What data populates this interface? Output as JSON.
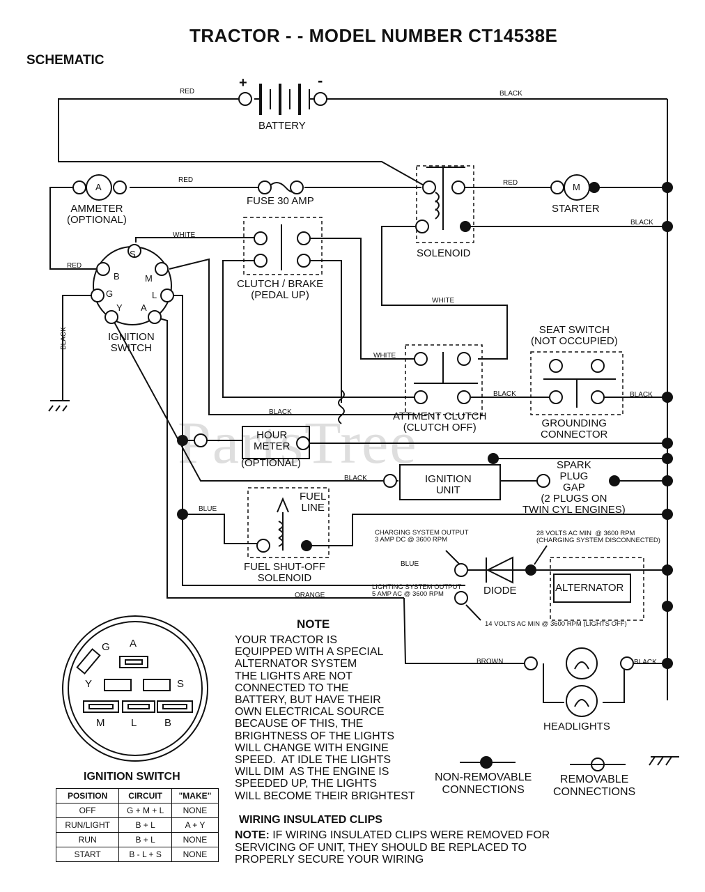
{
  "title": "TRACTOR - - MODEL NUMBER CT14538E",
  "subtitle": "SCHEMATIC",
  "watermark": "PartsTree",
  "battery": {
    "label": "BATTERY",
    "plus": "+",
    "minus": "-"
  },
  "components": {
    "ammeter": "AMMETER\n(OPTIONAL)",
    "ammeter_symbol": "A",
    "fuse": "FUSE 30 AMP",
    "solenoid": "SOLENOID",
    "starter": "STARTER",
    "starter_symbol": "M",
    "clutch_brake": "CLUTCH / BRAKE\n(PEDAL UP)",
    "ignition_switch": "IGNITION\nSWITCH",
    "seat_switch": "SEAT SWITCH\n(NOT OCCUPIED)",
    "attachment_clutch": "ATTMENT CLUTCH\n(CLUTCH OFF)",
    "grounding_connector": "GROUNDING\nCONNECTOR",
    "hour_meter": "HOUR\nMETER",
    "hour_meter_optional": "(OPTIONAL)",
    "spark_plug": "SPARK\nPLUG\nGAP\n(2 PLUGS ON\nTWIN CYL ENGINES)",
    "ignition_unit": "IGNITION\nUNIT",
    "fuel_line": "FUEL\nLINE",
    "fuel_solenoid": "FUEL SHUT-OFF\nSOLENOID",
    "diode": "DIODE",
    "alternator": "ALTERNATOR",
    "headlights": "HEADLIGHTS"
  },
  "switch_pins": {
    "B": "B",
    "S": "S",
    "M": "M",
    "G": "G",
    "L": "L",
    "Y": "Y",
    "A": "A"
  },
  "wires": {
    "red_top": "RED",
    "black_top": "BLACK",
    "red_mid": "RED",
    "red_sol": "RED",
    "black_sol": "BLACK",
    "white_top": "WHITE",
    "red_sw": "RED",
    "black_gnd": "BLACK",
    "white_mid": "WHITE",
    "white_clutch": "WHITE",
    "black_att": "BLACK",
    "black_seat": "BLACK",
    "black_low": "BLACK",
    "black_ign": "BLACK",
    "blue_fuel": "BLUE",
    "blue_chg": "BLUE",
    "orange": "ORANGE",
    "brown": "BROWN",
    "black_head": "BLACK"
  },
  "annotations": {
    "charging_output": "CHARGING SYSTEM OUTPUT\n3 AMP DC @ 3600 RPM",
    "volts28": "28 VOLTS AC MIN  @ 3600 RPM\n(CHARGING SYSTEM DISCONNECTED)",
    "lighting_output": "LIGHTING SYSTEM OUTPUT\n5 AMP AC @ 3600 RPM",
    "volts14": "14 VOLTS AC MIN  @ 3600 RPM (LIGHTS OFF)"
  },
  "note": {
    "heading": "NOTE",
    "body": "YOUR TRACTOR IS\nEQUIPPED WITH A SPECIAL\nALTERNATOR SYSTEM\nTHE LIGHTS ARE NOT\nCONNECTED TO THE\nBATTERY, BUT HAVE THEIR\nOWN ELECTRICAL SOURCE\nBECAUSE OF THIS, THE\nBRIGHTNESS OF THE LIGHTS\nWILL CHANGE WITH ENGINE\nSPEED.  AT IDLE THE LIGHTS\nWILL DIM  AS THE ENGINE IS\nSPEEDED UP, THE LIGHTS\nWILL BECOME THEIR BRIGHTEST"
  },
  "legend": {
    "non_removable": "NON-REMOVABLE\nCONNECTIONS",
    "removable": "REMOVABLE\nCONNECTIONS"
  },
  "clips": {
    "heading": "WIRING INSULATED CLIPS",
    "note_label": "NOTE:",
    "note_text": " IF WIRING INSULATED CLIPS WERE REMOVED FOR\nSERVICING OF UNIT, THEY SHOULD BE REPLACED TO\nPROPERLY SECURE YOUR WIRING"
  },
  "plug": {
    "label_top": "A",
    "label_g": "G",
    "label_y": "Y",
    "label_s": "S",
    "label_m": "M",
    "label_l": "L",
    "label_b": "B"
  },
  "ignition_table": {
    "caption": "IGNITION SWITCH",
    "headers": [
      "POSITION",
      "CIRCUIT",
      "\"MAKE\""
    ],
    "rows": [
      [
        "OFF",
        "G + M + L",
        "NONE"
      ],
      [
        "RUN/LIGHT",
        "B + L",
        "A + Y"
      ],
      [
        "RUN",
        "B + L",
        "NONE"
      ],
      [
        "START",
        "B - L + S",
        "NONE"
      ]
    ]
  }
}
